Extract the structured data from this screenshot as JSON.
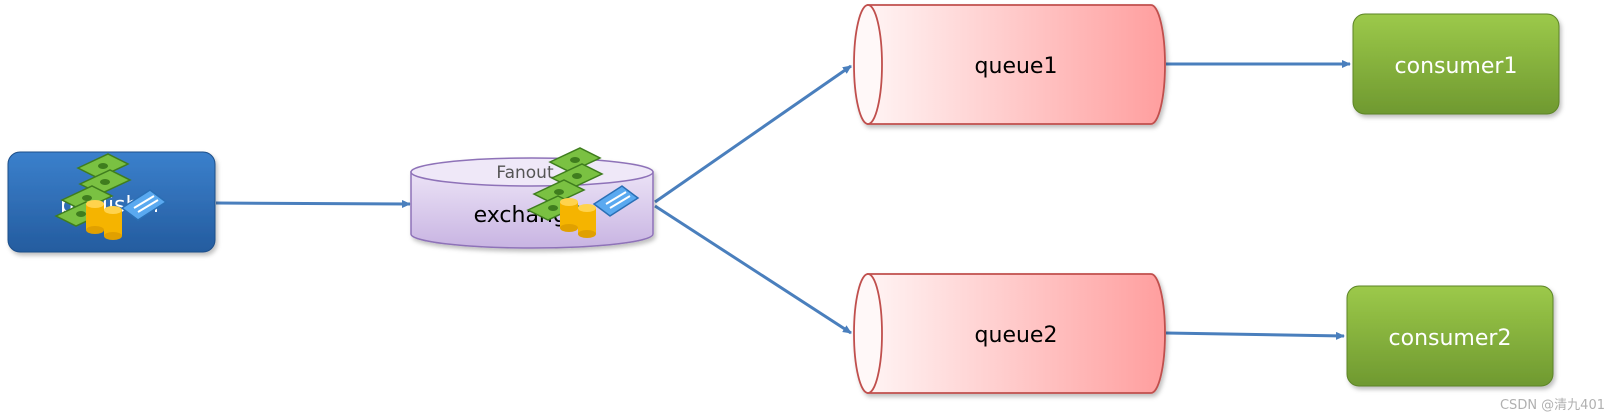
{
  "producer": {
    "label": "publisher"
  },
  "exchange": {
    "type_label": "Fanout",
    "label": "exchange"
  },
  "queues": [
    {
      "label": "queue1"
    },
    {
      "label": "queue2"
    }
  ],
  "consumers": [
    {
      "label": "consumer1"
    },
    {
      "label": "consumer2"
    }
  ],
  "watermark": "CSDN @清九401",
  "icons": [
    "money-stack-icon",
    "coins-icon",
    "receipt-icon"
  ],
  "colors": {
    "arrow": "#4a7fbd",
    "producer": "#2e6cb6",
    "exchange": "#d9ccec",
    "queue_stroke": "#c0504d",
    "queue_fill_end": "#ff9e9e",
    "consumer": "#8cb83c"
  }
}
